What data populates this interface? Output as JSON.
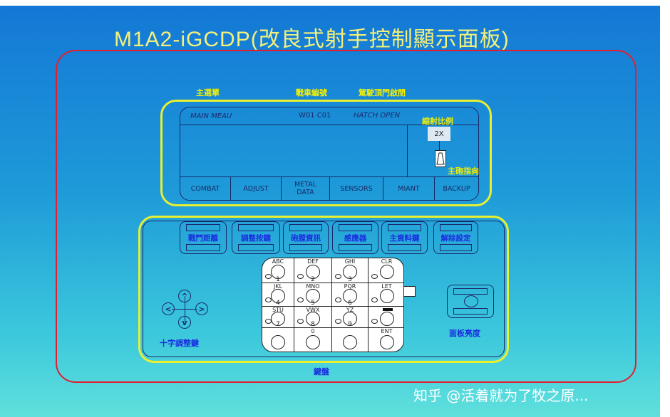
{
  "title": "M1A2-iGCDP(改良式射手控制顯示面板)",
  "labels": {
    "main_menu": "主選單",
    "tank_number": "戰車編號",
    "hatch": "駕駛頂門啟閉",
    "magnification": "縮射比例",
    "gun_direction": "主砲指向",
    "dpad": "十字調整鍵",
    "brightness": "面板亮度",
    "keyboard": "鍵盤"
  },
  "display": {
    "header": {
      "menu": "MAIN MEAU",
      "tank_id": "W01 C01",
      "hatch_status": "HATCH OPEN"
    },
    "zoom": "2X",
    "buttons": [
      "COMBAT",
      "ADJUST",
      "METAL DATA",
      "SENSORS",
      "MIANT",
      "BACKUP"
    ]
  },
  "soft_keys": [
    "戰鬥距離",
    "調整按鍵",
    "砲膛資訊",
    "感應器",
    "主資料鍵",
    "解除設定"
  ],
  "keypad": [
    {
      "letters": "ABC",
      "num": "1"
    },
    {
      "letters": "DEF",
      "num": "2"
    },
    {
      "letters": "GHI",
      "num": "3"
    },
    {
      "letters": "CLR",
      "num": ""
    },
    {
      "letters": "JKL",
      "num": "4"
    },
    {
      "letters": "MNO",
      "num": "5"
    },
    {
      "letters": "PQR",
      "num": "6"
    },
    {
      "letters": "LET",
      "num": ""
    },
    {
      "letters": "STU",
      "num": "7"
    },
    {
      "letters": "VWX",
      "num": "8"
    },
    {
      "letters": "YZ",
      "num": "9"
    },
    {
      "letters": "",
      "num": ""
    },
    {
      "letters": "",
      "num": ""
    },
    {
      "letters": "0",
      "num": ""
    },
    {
      "letters": "",
      "num": ""
    },
    {
      "letters": "ENT",
      "num": ""
    }
  ],
  "dpad": {
    "up": "^",
    "down": "v",
    "left": "<",
    "right": ">"
  },
  "watermark": "知乎 @活着就为了牧之原...",
  "colors": {
    "title": "#f4f07a",
    "frame": "#e02030",
    "highlight": "#e8f030",
    "key_label": "#1a2ee0"
  }
}
